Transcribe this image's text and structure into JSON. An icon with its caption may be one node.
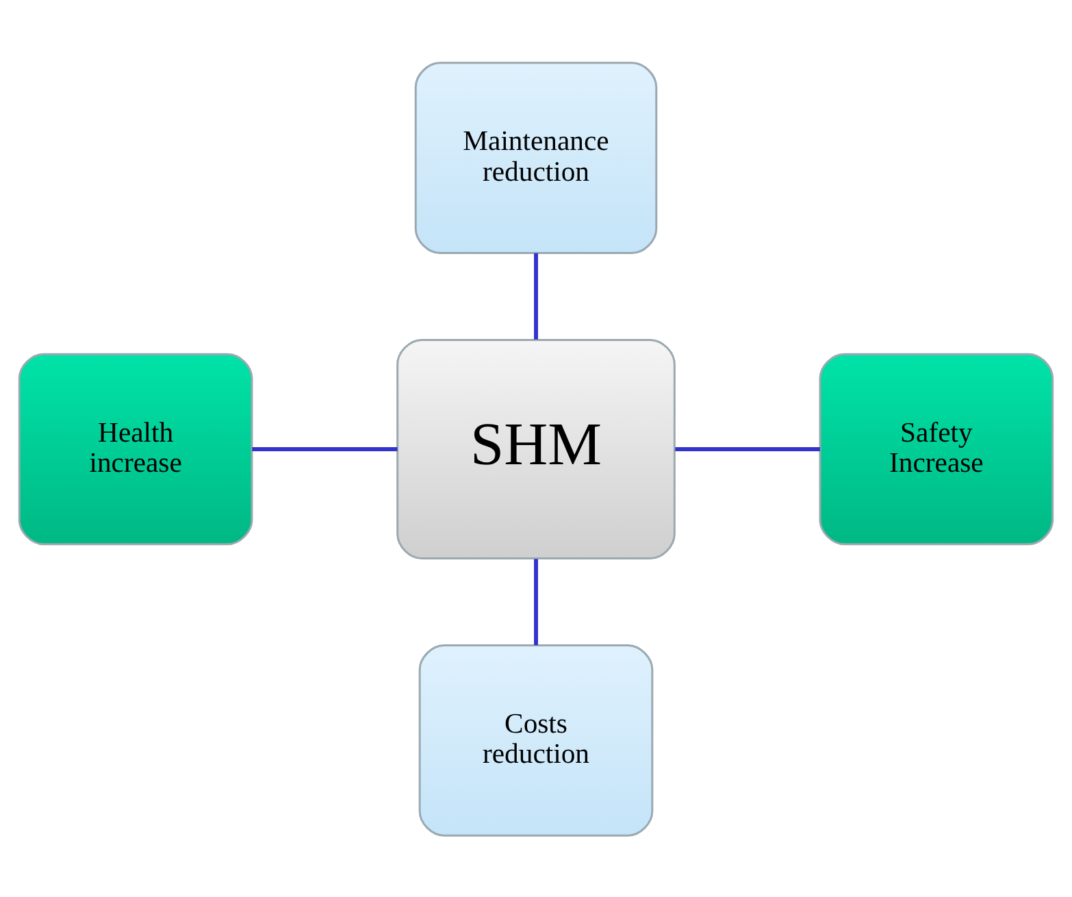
{
  "diagram": {
    "nodes": [
      {
        "text": [
          "Maintenance reduction"
        ]
      },
      {
        "text": [
          "Health increase"
        ]
      },
      {
        "text": [
          "SHM"
        ]
      },
      {
        "text": [
          "Safety Increase"
        ]
      },
      {
        "text": [
          "Costs reduction"
        ]
      }
    ],
    "edges": [
      {
        "from": 0,
        "to": 2,
        "arrow": "none"
      },
      {
        "from": 1,
        "to": 2,
        "arrow": "none"
      },
      {
        "from": 2,
        "to": 3,
        "arrow": "none"
      },
      {
        "from": 2,
        "to": 4,
        "arrow": "none"
      }
    ]
  }
}
